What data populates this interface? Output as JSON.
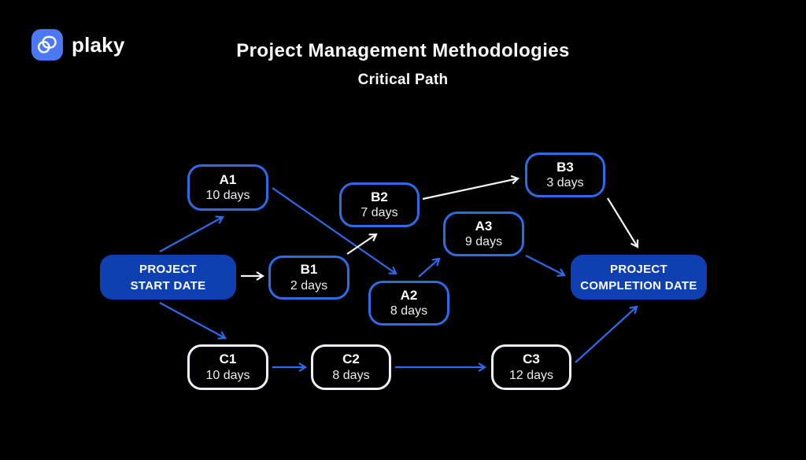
{
  "brand": {
    "name": "plaky",
    "logo_color": "#4b79f6"
  },
  "header": {
    "title": "Project Management Methodologies",
    "subtitle": "Critical Path"
  },
  "colors": {
    "background": "#000000",
    "task_border_blue": "#2e6be9",
    "task_border_white": "#eef1f8",
    "milestone_fill_blue": "#0e40b2",
    "arrow_blue": "#2e6be9",
    "arrow_white": "#f5f5f5",
    "text": "#ffffff"
  },
  "diagram": {
    "nodes": {
      "start": {
        "line1": "PROJECT",
        "line2": "START DATE"
      },
      "completion": {
        "line1": "PROJECT",
        "line2": "COMPLETION DATE"
      },
      "a1": {
        "name": "A1",
        "duration": "10 days"
      },
      "a2": {
        "name": "A2",
        "duration": "8 days"
      },
      "a3": {
        "name": "A3",
        "duration": "9 days"
      },
      "b1": {
        "name": "B1",
        "duration": "2 days"
      },
      "b2": {
        "name": "B2",
        "duration": "7 days"
      },
      "b3": {
        "name": "B3",
        "duration": "3 days"
      },
      "c1": {
        "name": "C1",
        "duration": "10 days"
      },
      "c2": {
        "name": "C2",
        "duration": "8 days"
      },
      "c3": {
        "name": "C3",
        "duration": "12 days"
      }
    },
    "edges": [
      {
        "from": "start",
        "to": "A1",
        "color": "blue"
      },
      {
        "from": "start",
        "to": "B1",
        "color": "white"
      },
      {
        "from": "start",
        "to": "C1",
        "color": "blue"
      },
      {
        "from": "A1",
        "to": "A2",
        "color": "blue"
      },
      {
        "from": "B1",
        "to": "B2",
        "color": "white"
      },
      {
        "from": "B2",
        "to": "B3",
        "color": "white"
      },
      {
        "from": "A2",
        "to": "A3",
        "color": "blue"
      },
      {
        "from": "A3",
        "to": "completion",
        "color": "blue"
      },
      {
        "from": "B3",
        "to": "completion",
        "color": "white"
      },
      {
        "from": "C1",
        "to": "C2",
        "color": "blue"
      },
      {
        "from": "C2",
        "to": "C3",
        "color": "blue"
      },
      {
        "from": "C3",
        "to": "completion",
        "color": "blue"
      }
    ]
  }
}
